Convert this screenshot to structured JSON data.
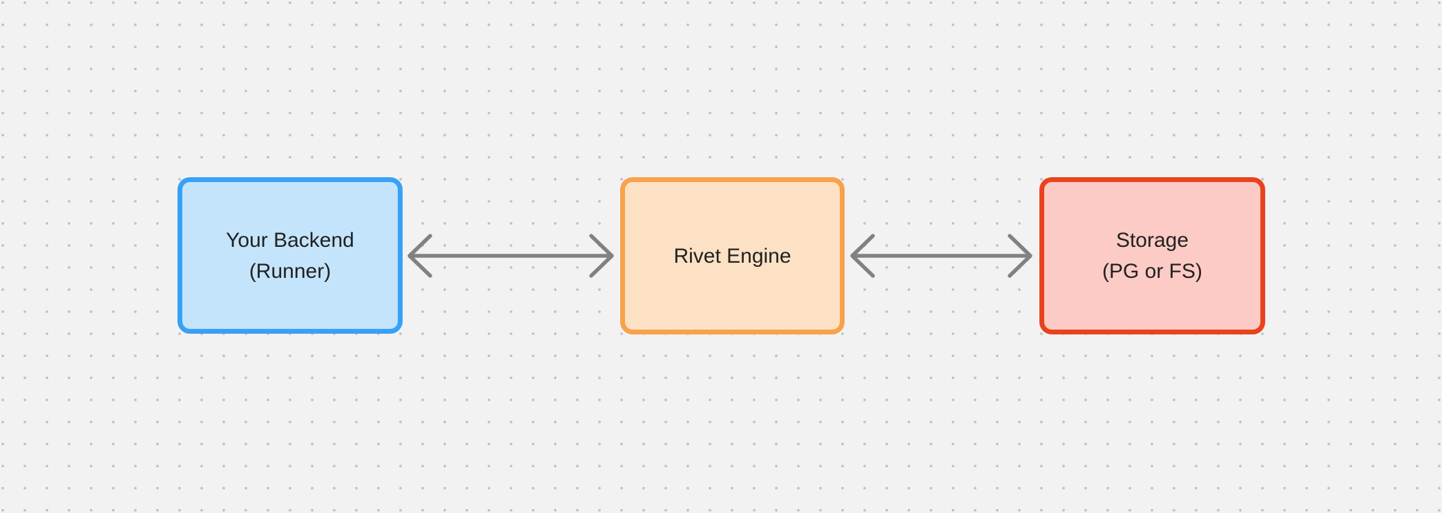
{
  "canvas": {
    "background_color": "#f2f2f2",
    "dot_grid_color": "#c3c3c3"
  },
  "diagram": {
    "nodes": [
      {
        "id": "your-backend",
        "lines": [
          "Your Backend",
          "(Runner)"
        ],
        "border_color": "#38a1f5",
        "fill_color": "#c4e4fb",
        "text_color": "#212121"
      },
      {
        "id": "rivet-engine",
        "lines": [
          "Rivet Engine"
        ],
        "border_color": "#f9a14b",
        "fill_color": "#fde1c4",
        "text_color": "#212121"
      },
      {
        "id": "storage",
        "lines": [
          "Storage",
          "(PG or FS)"
        ],
        "border_color": "#e8431f",
        "fill_color": "#fdcbc5",
        "text_color": "#212121"
      }
    ],
    "connectors": [
      {
        "from": "your-backend",
        "to": "rivet-engine",
        "direction": "bidirectional",
        "color": "#818181"
      },
      {
        "from": "rivet-engine",
        "to": "storage",
        "direction": "bidirectional",
        "color": "#818181"
      }
    ]
  }
}
